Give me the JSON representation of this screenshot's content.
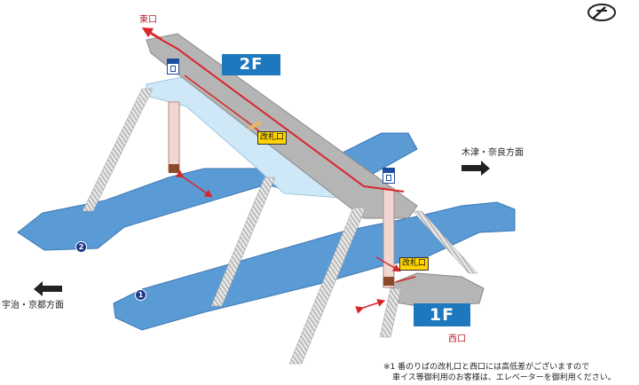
{
  "labels": {
    "east_exit": "東口",
    "west_exit": "西口",
    "dir_kizu_nara": "木津・奈良方面",
    "dir_uji_kyoto": "宇治・京都方面"
  },
  "floors": {
    "upper": "2F",
    "lower": "1F"
  },
  "gates": {
    "upper": "改札口",
    "lower": "改札口"
  },
  "platforms": {
    "p1": "1",
    "p2": "2"
  },
  "note": {
    "line1": "※1 番のりばの改札口と西口には高低差がございますので",
    "line2": "車イス等御利用のお客様は、エレベーターを御利用ください。"
  },
  "colors": {
    "platform": "#5b9bd5",
    "concourse_2f": "#b5b5b5",
    "concourse_light": "#cfe8f8",
    "route": "#d7262b",
    "badge": "#1d78bd",
    "gate": "#ffd400"
  },
  "icons": {
    "compass": "compass-icon",
    "elevator": "elevator-icon"
  }
}
